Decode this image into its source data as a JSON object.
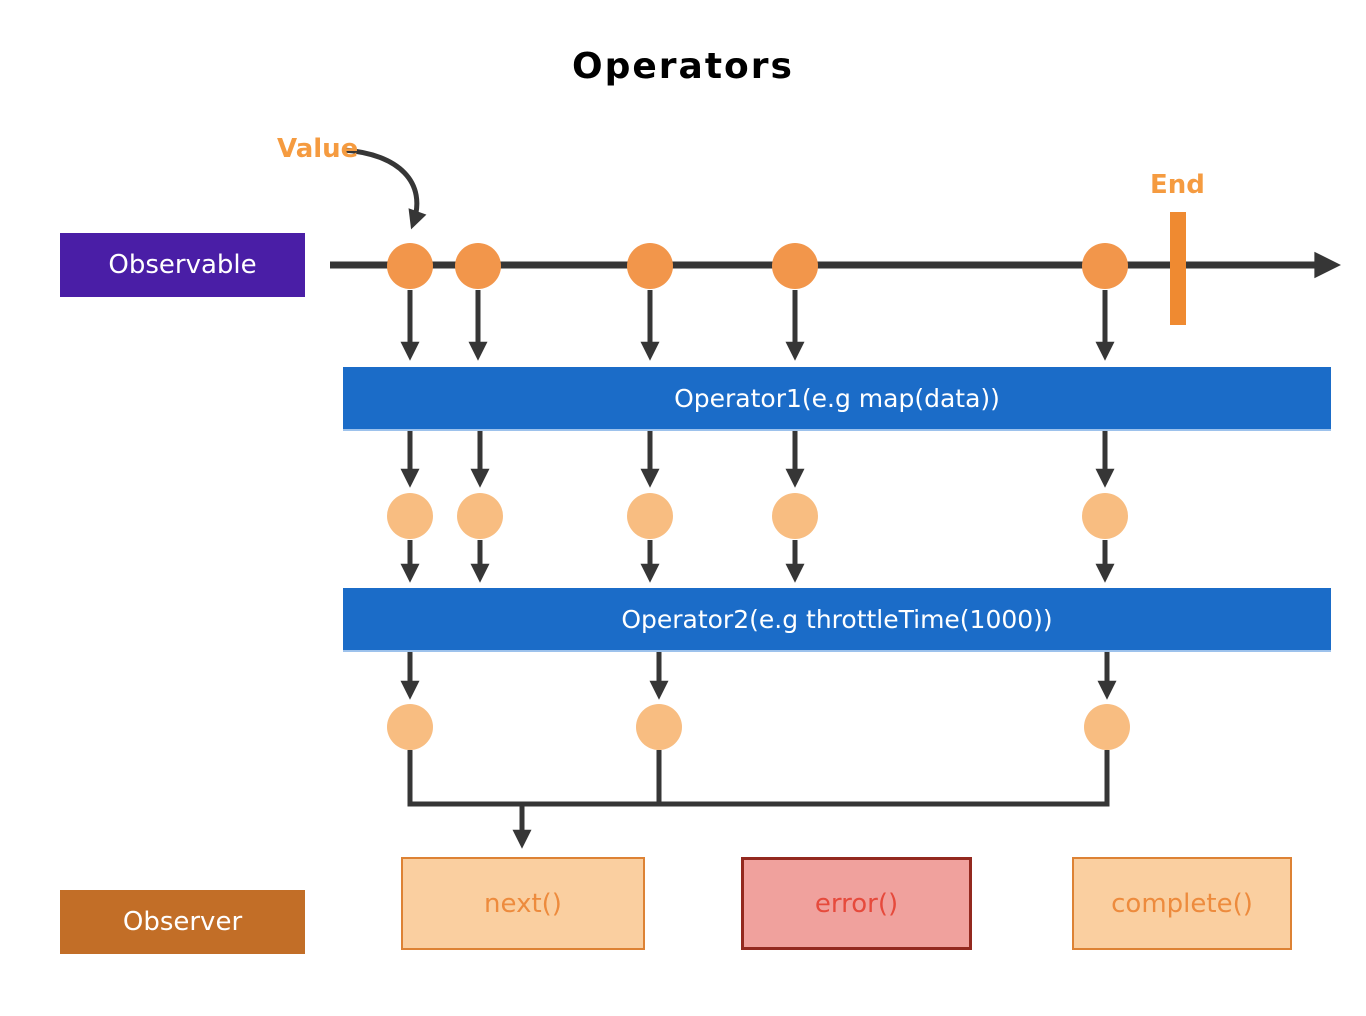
{
  "title": "Operators",
  "labels": {
    "value": "Value",
    "end": "End"
  },
  "nodes": {
    "observable": "Observable",
    "observer": "Observer",
    "operator1": "Operator1(e.g map(data))",
    "operator2": "Operator2(e.g throttleTime(1000))",
    "next": "next()",
    "error": "error()",
    "complete": "complete()"
  },
  "icons": {
    "timeline": "right-arrow-line",
    "value_pointer": "curved-down-arrow",
    "stream_end": "vertical-end-bar",
    "value_dot": "filled-circle"
  },
  "colors": {
    "line": "#363636",
    "dot": "#F2964B",
    "dot-light": "#F8BD81",
    "operator-bar": "#1B6CC8",
    "observable-bg": "#4A1EA6",
    "observer-bg": "#C26E27",
    "accent-orange": "#F59B40",
    "end-bar": "#EF8A31",
    "callback-bg": "#FACFA0",
    "callback-border": "#DD8234",
    "callback-text": "#ED8B3D",
    "error-bg": "#F0A19D",
    "error-border": "#93291F",
    "error-text": "#E64A3C",
    "box-text": "#FFFFFF"
  }
}
